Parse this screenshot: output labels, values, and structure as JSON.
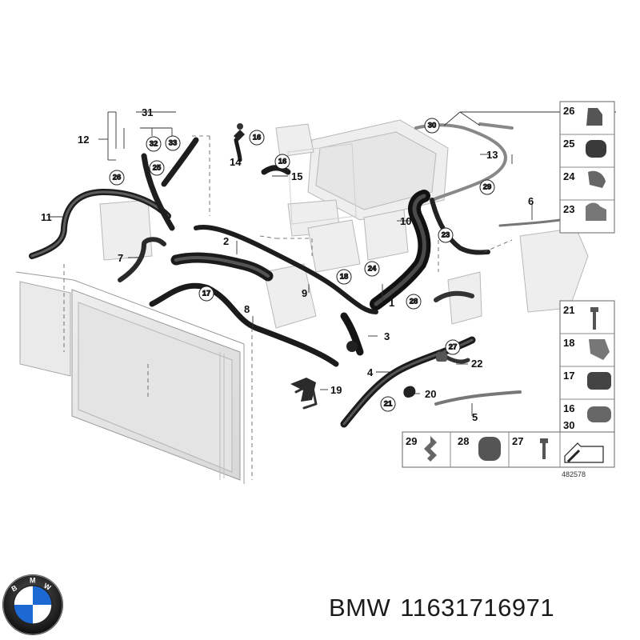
{
  "diagram": {
    "drawing_number": "482578",
    "callouts": {
      "c1": "1",
      "c2": "2",
      "c3": "3",
      "c4": "4",
      "c5": "5",
      "c6": "6",
      "c7": "7",
      "c8": "8",
      "c9": "9",
      "c10": "10",
      "c11": "11",
      "c12": "12",
      "c13": "13",
      "c14": "14",
      "c15": "15",
      "c16": "16",
      "c17": "17",
      "c18": "18",
      "c19": "19",
      "c20": "20",
      "c21": "21",
      "c22": "22",
      "c23": "23",
      "c24": "24",
      "c25": "25",
      "c26": "26",
      "c27": "27",
      "c28": "28",
      "c29": "29",
      "c30": "30",
      "c31": "31",
      "c32": "32",
      "c33": "33"
    },
    "side_legend": [
      "26",
      "25",
      "24",
      "23"
    ],
    "right_legend": [
      "21",
      "18",
      "17",
      "16",
      "30"
    ],
    "bottom_legend": [
      "29",
      "28",
      "27"
    ]
  },
  "footer": {
    "brand": "BMW",
    "part_number": "11631716971"
  },
  "logo": {
    "text": "BMW",
    "colors": {
      "blue": "#1c69d4",
      "black": "#111111",
      "white": "#ffffff"
    }
  }
}
